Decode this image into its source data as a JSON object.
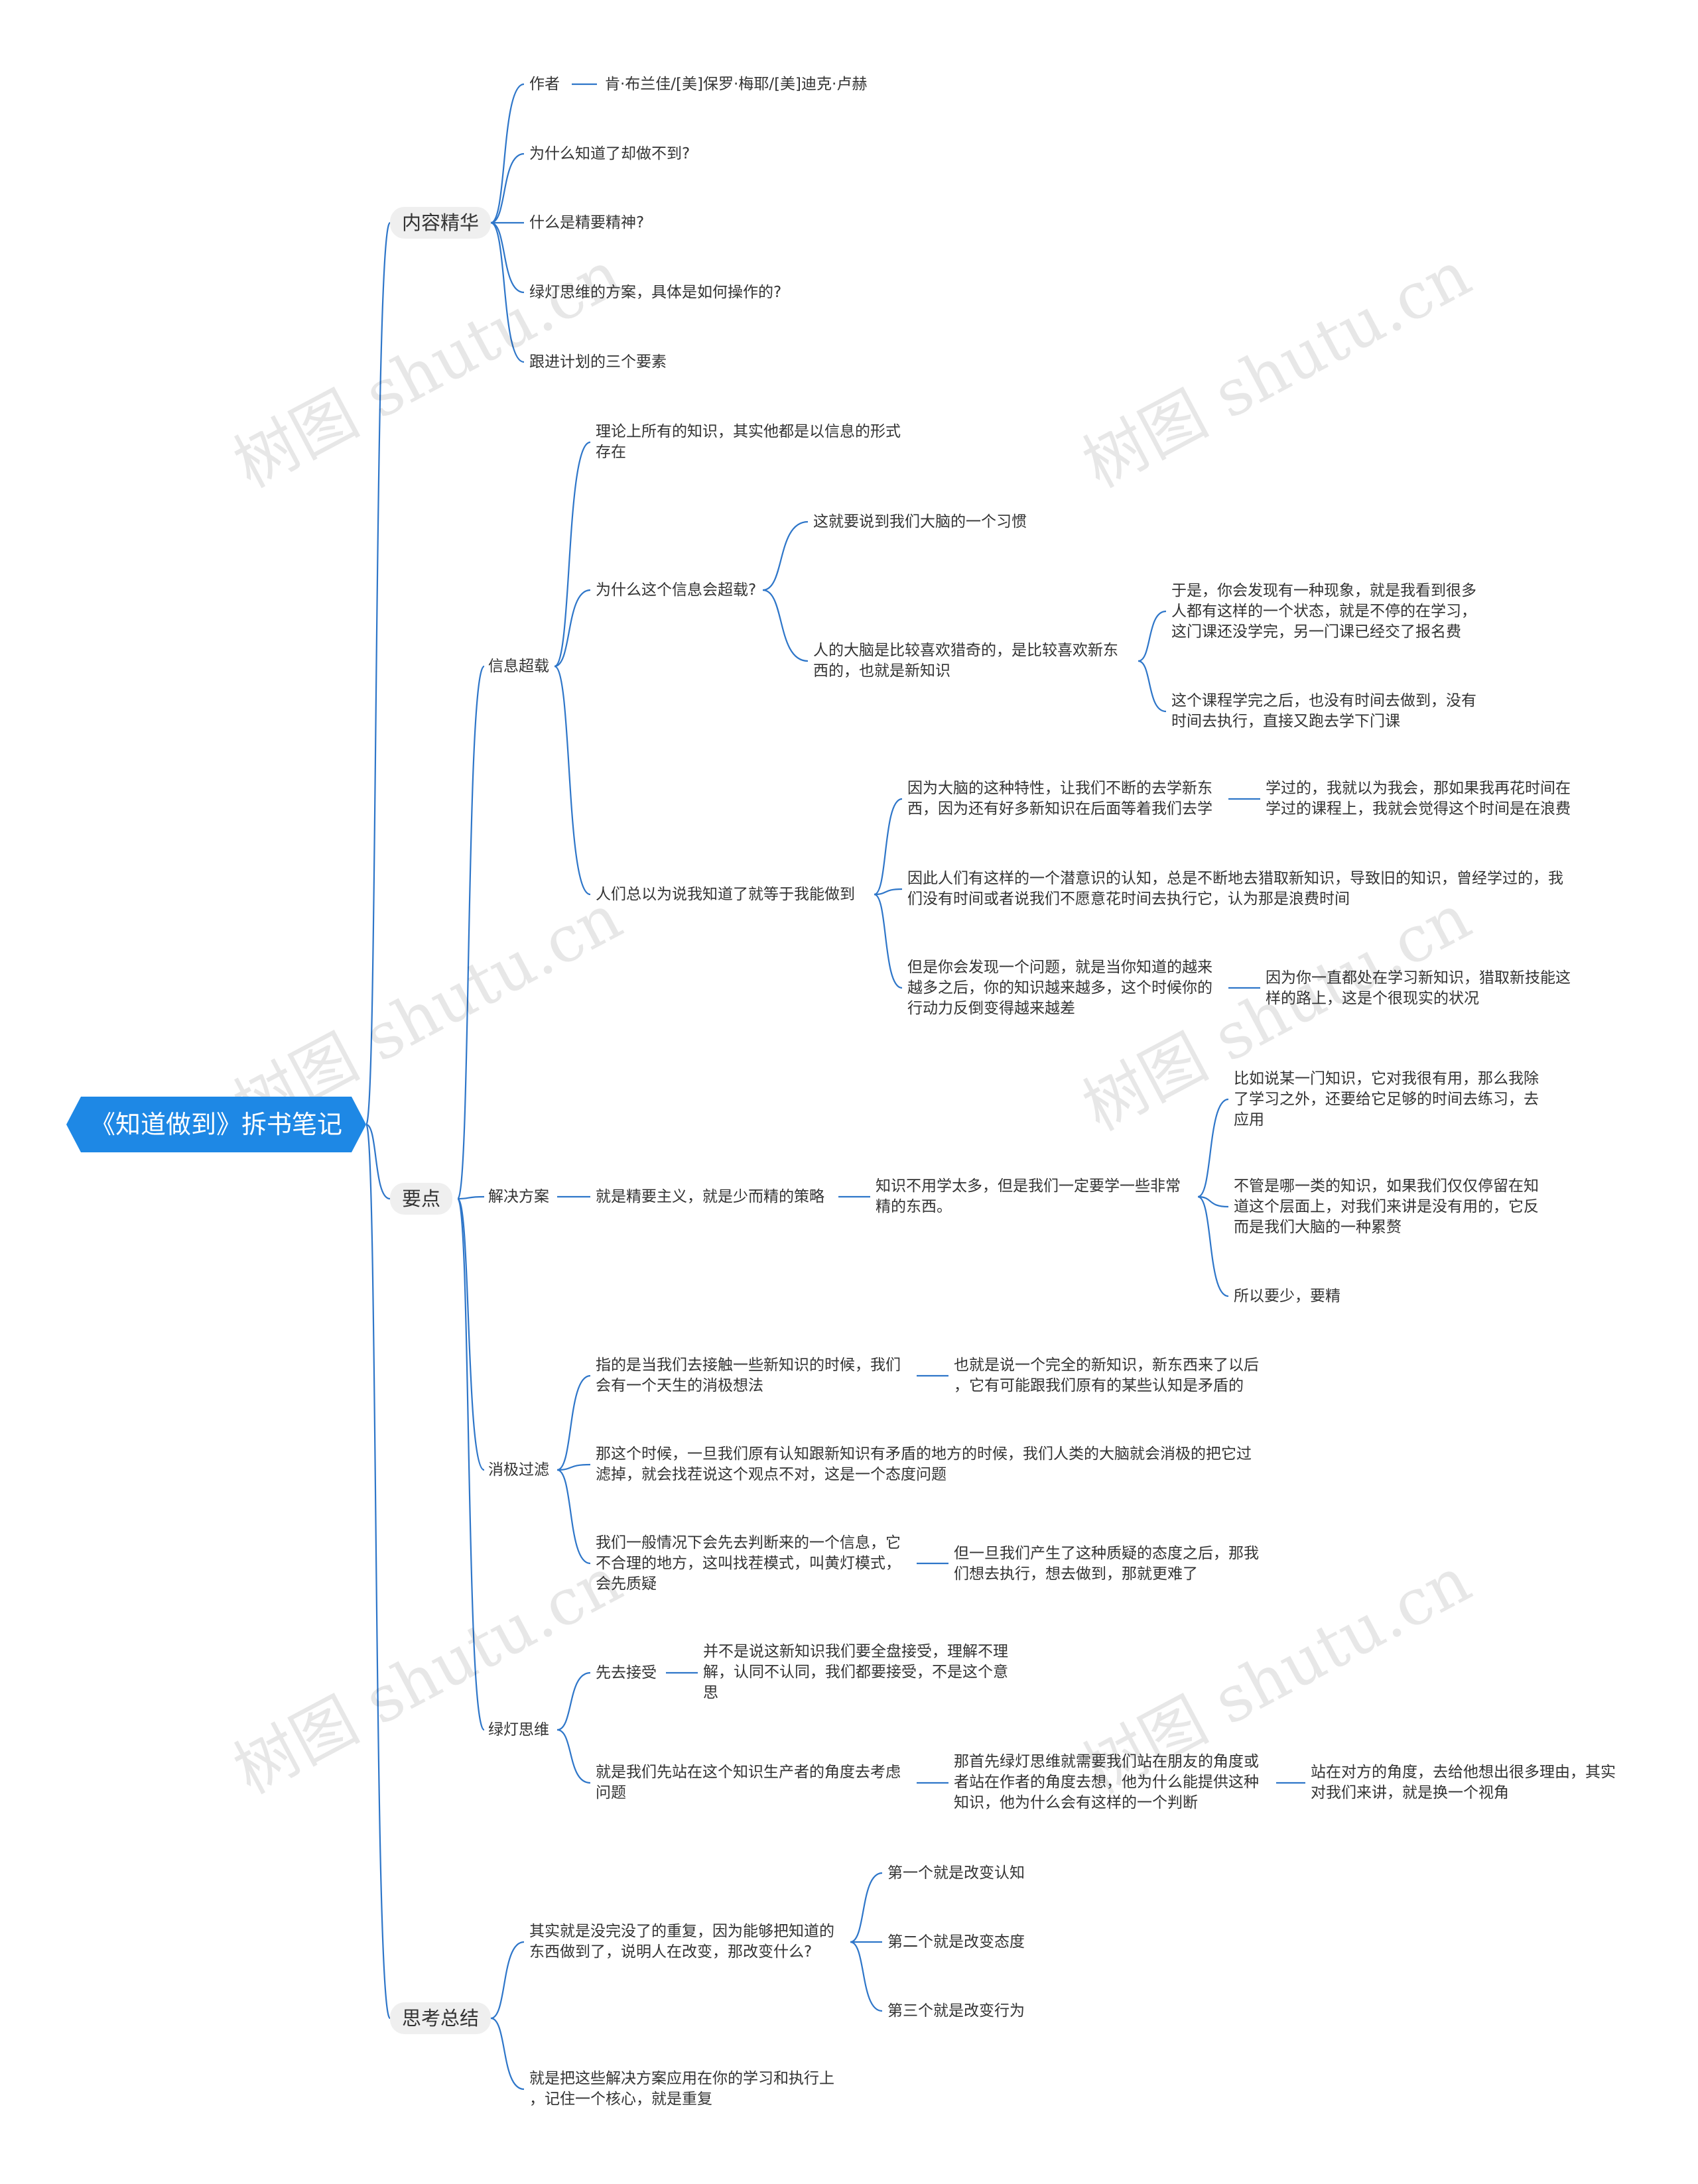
{
  "root": "《知道做到》拆书笔记",
  "watermark": "树图 shutu.cn",
  "colors": {
    "root_bg": "#1e88e5",
    "edge": "#2e76c9",
    "l1_bg": "#efefef"
  },
  "branches": {
    "content": {
      "label": "内容精华",
      "author_label": "作者",
      "author_value": "肯·布兰佳/[美]保罗·梅耶/[美]迪克·卢赫",
      "q1": "为什么知道了却做不到?",
      "q2": "什么是精要精神?",
      "q3": "绿灯思维的方案，具体是如何操作的?",
      "q4": "跟进计划的三个要素"
    },
    "keypoints": {
      "label": "要点",
      "overload": {
        "label": "信息超载",
        "a": "理论上所有的知识，其实他都是以信息的形式\n存在",
        "why": "为什么这个信息会超载?",
        "why_habit": "这就要说到我们大脑的一个习惯",
        "why_curious": "人的大脑是比较喜欢猎奇的，是比较喜欢新东\n西的，也就是新知识",
        "curious_1": "于是，你会发现有一种现象，就是我看到很多\n人都有这样的一个状态，就是不停的在学习，\n这门课还没学完，另一门课已经交了报名费",
        "curious_2": "这个课程学完之后，也没有时间去做到，没有\n时间去执行，直接又跑去学下门课",
        "think": "人们总以为说我知道了就等于我能做到",
        "think_1": "因为大脑的这种特性，让我们不断的去学新东\n西，因为还有好多新知识在后面等着我们去学",
        "think_1a": "学过的，我就以为我会，那如果我再花时间在\n学过的课程上，我就会觉得这个时间是在浪费",
        "think_2": "因此人们有这样的一个潜意识的认知，总是不断地去猎取新知识，导致旧的知识，曾经学过的，我\n们没有时间或者说我们不愿意花时间去执行它，认为那是浪费时间",
        "think_3": "但是你会发现一个问题，就是当你知道的越来\n越多之后，你的知识越来越多，这个时候你的\n行动力反倒变得越来越差",
        "think_3a": "因为你一直都处在学习新知识，猎取新技能这\n样的路上，这是个很现实的状况"
      },
      "solution": {
        "label": "解决方案",
        "a": "就是精要主义，就是少而精的策略",
        "b": "知识不用学太多，但是我们一定要学一些非常\n精的东西。",
        "c1": "比如说某一门知识，它对我很有用，那么我除\n了学习之外，还要给它足够的时间去练习，去\n应用",
        "c2": "不管是哪一类的知识，如果我们仅仅停留在知\n道这个层面上，对我们来讲是没有用的，它反\n而是我们大脑的一种累赘",
        "c3": "所以要少，要精"
      },
      "negative": {
        "label": "消极过滤",
        "a": "指的是当我们去接触一些新知识的时候，我们\n会有一个天生的消极想法",
        "a1": "也就是说一个完全的新知识，新东西来了以后\n，它有可能跟我们原有的某些认知是矛盾的",
        "b": "那这个时候，一旦我们原有认知跟新知识有矛盾的地方的时候，我们人类的大脑就会消极的把它过\n滤掉，就会找茬说这个观点不对，这是一个态度问题",
        "c": "我们一般情况下会先去判断来的一个信息，它\n不合理的地方，这叫找茬模式，叫黄灯模式，\n会先质疑",
        "c1": "但一旦我们产生了这种质疑的态度之后，那我\n们想去执行，想去做到，那就更难了"
      },
      "green": {
        "label": "绿灯思维",
        "a": "先去接受",
        "a1": "并不是说这新知识我们要全盘接受，理解不理\n解，认同不认同，我们都要接受，不是这个意\n思",
        "b": "就是我们先站在这个知识生产者的角度去考虑\n问题",
        "b1": "那首先绿灯思维就需要我们站在朋友的角度或\n者站在作者的角度去想，他为什么能提供这种\n知识，他为什么会有这样的一个判断",
        "b2": "站在对方的角度，去给他想出很多理由，其实\n对我们来讲，就是换一个视角"
      }
    },
    "summary": {
      "label": "思考总结",
      "a": "其实就是没完没了的重复，因为能够把知道的\n东西做到了，说明人在改变，那改变什么?",
      "a1": "第一个就是改变认知",
      "a2": "第二个就是改变态度",
      "a3": "第三个就是改变行为",
      "b": "就是把这些解决方案应用在你的学习和执行上\n，记住一个核心，就是重复"
    }
  }
}
